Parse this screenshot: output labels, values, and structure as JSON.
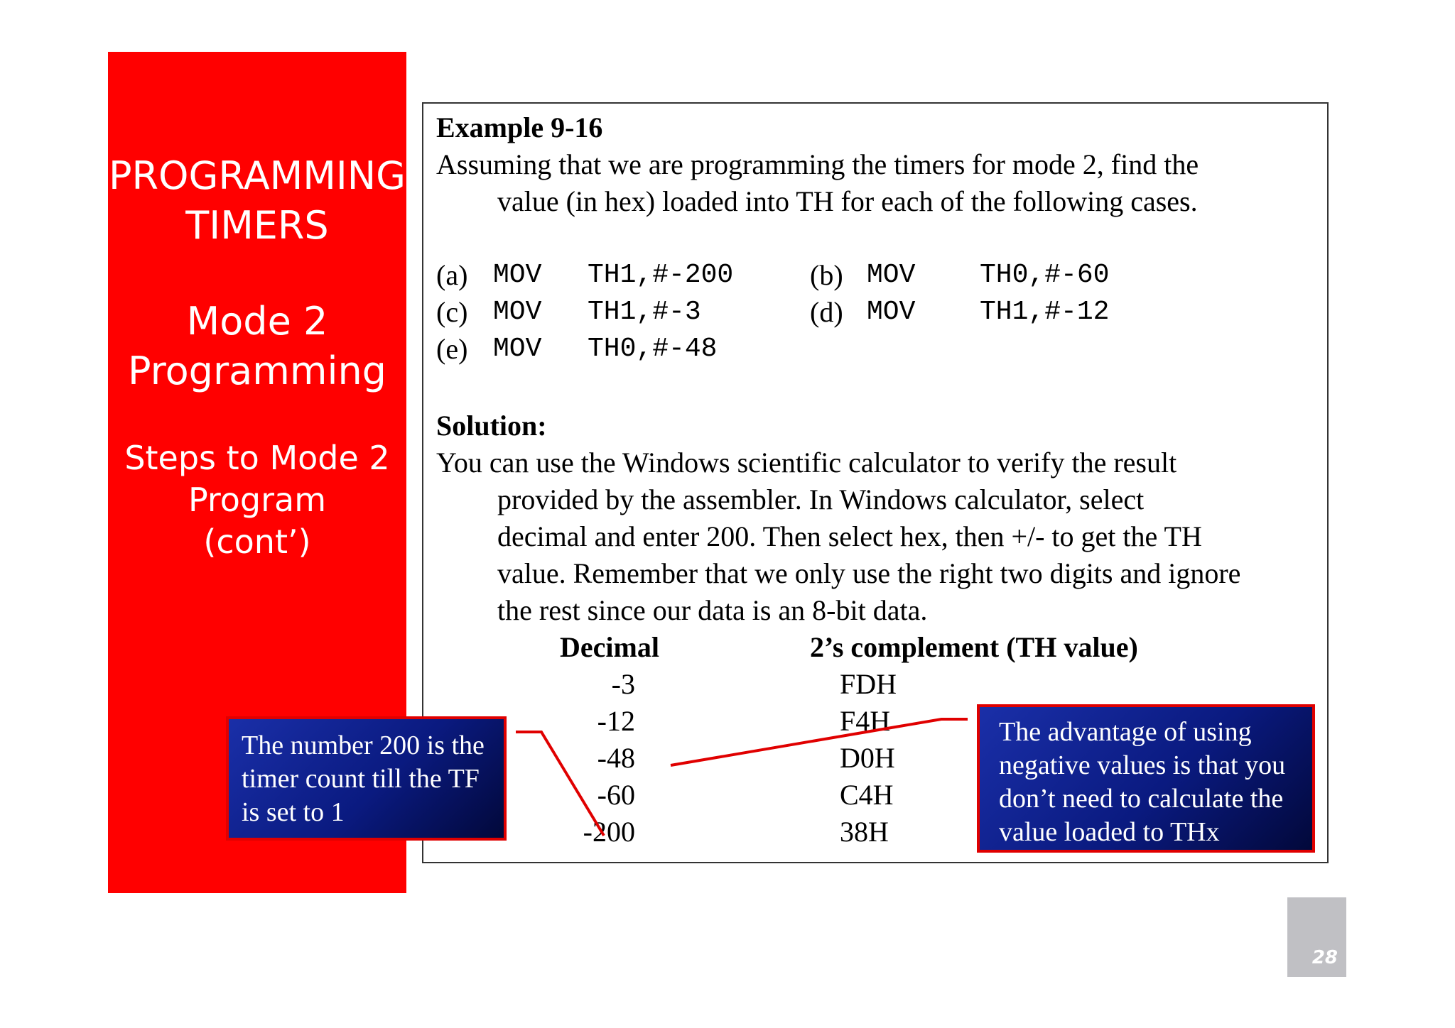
{
  "sidebar": {
    "title_line1": "PROGRAMMING",
    "title_line2": "TIMERS",
    "sub_line1": "Mode 2",
    "sub_line2": "Programming",
    "steps_line1": "Steps to Mode 2",
    "steps_line2": "Program",
    "steps_line3": "(cont’)"
  },
  "example": {
    "heading": "Example 9-16",
    "question_line1": "Assuming that we are programming the timers for mode 2, find the",
    "question_line2": "value (in hex) loaded into TH for each of the following cases.",
    "cases": [
      {
        "label": "(a)",
        "op": "MOV",
        "arg": "TH1,#-200"
      },
      {
        "label": "(b)",
        "op": "MOV",
        "arg": "TH0,#-60"
      },
      {
        "label": "(c)",
        "op": "MOV",
        "arg": "TH1,#-3"
      },
      {
        "label": "(d)",
        "op": "MOV",
        "arg": "TH1,#-12"
      },
      {
        "label": "(e)",
        "op": "MOV",
        "arg": "TH0,#-48"
      }
    ]
  },
  "solution": {
    "heading": "Solution:",
    "lines": [
      "You can use the Windows scientific calculator to verify the result",
      "provided by the assembler. In Windows calculator, select",
      "decimal and enter 200. Then select hex, then +/- to get the TH",
      "value. Remember that we only use the right two digits and ignore",
      "the rest since our data is an 8-bit data."
    ],
    "table": {
      "headers": [
        "Decimal",
        "2’s complement (TH value)"
      ],
      "rows": [
        [
          "-3",
          "FDH"
        ],
        [
          "-12",
          "F4H"
        ],
        [
          "-48",
          "D0H"
        ],
        [
          "-60",
          "C4H"
        ],
        [
          "-200",
          "38H"
        ]
      ]
    }
  },
  "callouts": {
    "left": [
      "The number 200 is the",
      "timer count till the TF",
      "is set to 1"
    ],
    "right": [
      "The advantage of using",
      "negative values is that you",
      "don’t need to calculate the",
      "value loaded to THx"
    ]
  },
  "page_number": "28",
  "colors": {
    "sidebar": "#ff0000",
    "callout_border": "#e00000",
    "callout_fill": "#0a1a80",
    "page_number_box": "#c0c0c4"
  }
}
